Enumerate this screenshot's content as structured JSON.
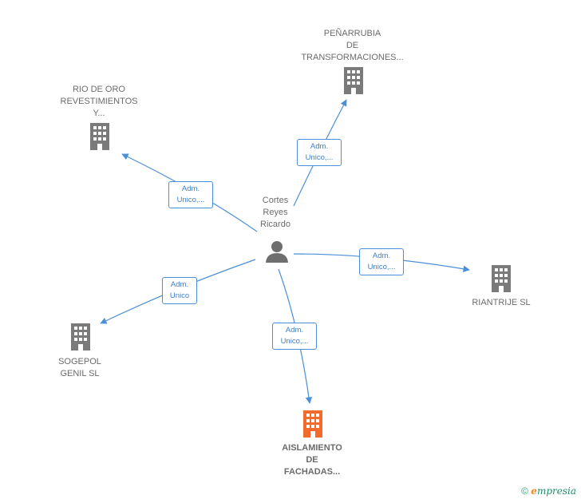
{
  "colors": {
    "edge": "#4a8fd8",
    "building": "#7a7a7a",
    "building_highlight": "#f26b2c",
    "person": "#6e6e6e"
  },
  "center": {
    "name_lines": "Cortes\nReyes\nRicardo",
    "icon": "person-icon"
  },
  "nodes": [
    {
      "id": "penarrubia",
      "label": "PEÑARRUBIA\nDE\nTRANSFORMACIONES...",
      "icon": "building-icon",
      "highlight": false
    },
    {
      "id": "riodeoro",
      "label": "RIO DE ORO\nREVESTIMIENTOS\nY...",
      "icon": "building-icon",
      "highlight": false
    },
    {
      "id": "riantrije",
      "label": "RIANTRIJE  SL",
      "icon": "building-icon",
      "highlight": false
    },
    {
      "id": "sogepol",
      "label": "SOGEPOL\nGENIL SL",
      "icon": "building-icon",
      "highlight": false
    },
    {
      "id": "aislamiento",
      "label": "AISLAMIENTO\nDE\nFACHADAS...",
      "icon": "building-icon",
      "highlight": true
    }
  ],
  "edges": [
    {
      "to": "penarrubia",
      "label": "Adm.\nUnico,..."
    },
    {
      "to": "riodeoro",
      "label": "Adm.\nUnico,..."
    },
    {
      "to": "riantrije",
      "label": "Adm.\nUnico,..."
    },
    {
      "to": "sogepol",
      "label": "Adm.\nUnico"
    },
    {
      "to": "aislamiento",
      "label": "Adm.\nUnico,..."
    }
  ],
  "footer": {
    "copyright": "©",
    "brand_e": "e",
    "brand_rest": "mpresia"
  }
}
